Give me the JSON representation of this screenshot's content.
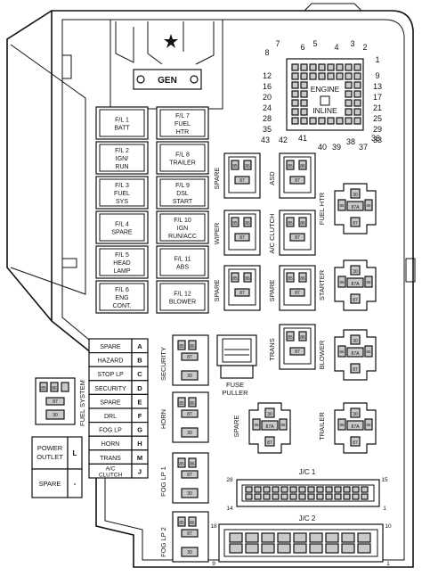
{
  "gen": "GEN",
  "fuse_links": [
    [
      "F/L 1",
      "BATT"
    ],
    [
      "F/L 2",
      "IGN/",
      "RUN"
    ],
    [
      "F/L 3",
      "FUEL",
      "SYS"
    ],
    [
      "F/L 4",
      "SPARE"
    ],
    [
      "F/L 5",
      "HEAD",
      "LAMP"
    ],
    [
      "F/L 6",
      "ENG",
      "CONT."
    ],
    [
      "F/L 7",
      "FUEL",
      "HTR"
    ],
    [
      "F/L 8",
      "TRAILER"
    ],
    [
      "F/L 9",
      "DSL",
      "START"
    ],
    [
      "F/L 10",
      "IGN",
      "RUN/ACC"
    ],
    [
      "F/L 11",
      "ABS"
    ],
    [
      "F/L 12",
      "BLOWER"
    ]
  ],
  "connector": {
    "title_engine": "ENGINE",
    "title_inline": "INLINE",
    "top_pins": [
      "7",
      "6",
      "5",
      "4",
      "3",
      "2"
    ],
    "left_pins": [
      "8",
      "12",
      "16",
      "20",
      "24",
      "28",
      "35"
    ],
    "right_pins": [
      "1",
      "9",
      "13",
      "17",
      "21",
      "25",
      "29",
      "33"
    ],
    "bottom_pins": [
      "43",
      "42",
      "41",
      "40",
      "39",
      "38",
      "37",
      "36"
    ]
  },
  "mini_relays": [
    {
      "label": "SPARE",
      "pins": [
        "85",
        "86",
        "87"
      ]
    },
    {
      "label": "ASD",
      "pins": [
        "85",
        "86",
        "87"
      ]
    },
    {
      "label": "WIPER",
      "pins": [
        "85",
        "86",
        "87"
      ]
    },
    {
      "label": "A/C CLUTCH",
      "pins": [
        "85",
        "86",
        "87"
      ]
    },
    {
      "label": "SPARE",
      "pins": [
        "85",
        "86",
        "87"
      ]
    },
    {
      "label": "SPARE",
      "pins": [
        "85",
        "86",
        "87"
      ]
    },
    {
      "label": "TRANS",
      "pins": [
        "85",
        "86",
        "87"
      ]
    }
  ],
  "iso_relays": [
    {
      "label": "FUEL HTR",
      "pins": [
        "30",
        "87A",
        "87",
        "86",
        "85"
      ]
    },
    {
      "label": "STARTER",
      "pins": [
        "30",
        "87A",
        "87",
        "86",
        "85"
      ]
    },
    {
      "label": "BLOWER",
      "pins": [
        "30",
        "87A",
        "87",
        "86",
        "85"
      ]
    },
    {
      "label": "TRAILER",
      "pins": [
        "30",
        "87A",
        "87",
        "86",
        "85"
      ]
    },
    {
      "label": "SPARE",
      "pins": [
        "30",
        "87A",
        "87",
        "86",
        "85"
      ]
    }
  ],
  "lower_relays": [
    {
      "label": "SECURITY",
      "pins": [
        "85",
        "86",
        "87",
        "30"
      ]
    },
    {
      "label": "HORN",
      "pins": [
        "85",
        "86",
        "87",
        "30"
      ]
    },
    {
      "label": "FOG LP 1",
      "pins": [
        "85",
        "86",
        "87",
        "30"
      ]
    },
    {
      "label": "FOG LP 2",
      "pins": [
        "85",
        "86",
        "87",
        "30"
      ]
    }
  ],
  "fuse_puller": [
    "FUSE",
    "PULLER"
  ],
  "fuse_system": {
    "label": "FUEL SYSTEM",
    "pins": [
      "85",
      "86",
      "87",
      "30"
    ]
  },
  "cartridge_fuses": [
    {
      "name": "SPARE",
      "letter": "A"
    },
    {
      "name": "HAZARD",
      "letter": "B"
    },
    {
      "name": "STOP LP",
      "letter": "C"
    },
    {
      "name": "SECURITY",
      "letter": "D"
    },
    {
      "name": "SPARE",
      "letter": "E"
    },
    {
      "name": "DRL",
      "letter": "F"
    },
    {
      "name": "FOG LP",
      "letter": "G"
    },
    {
      "name": "HORN",
      "letter": "H"
    },
    {
      "name": "TRANS",
      "letter": "M"
    },
    {
      "name": "A/C",
      "name2": "CLUTCH",
      "letter": "J"
    }
  ],
  "outlets": [
    {
      "name": "POWER",
      "name2": "OUTLET",
      "letter": "L"
    },
    {
      "name": "SPARE",
      "letter": "-"
    }
  ],
  "jc1": {
    "label": "J/C 1",
    "pins": [
      "28",
      "15",
      "14",
      "1"
    ]
  },
  "jc2": {
    "label": "J/C 2",
    "pins": [
      "18",
      "10",
      "9",
      "1"
    ]
  }
}
